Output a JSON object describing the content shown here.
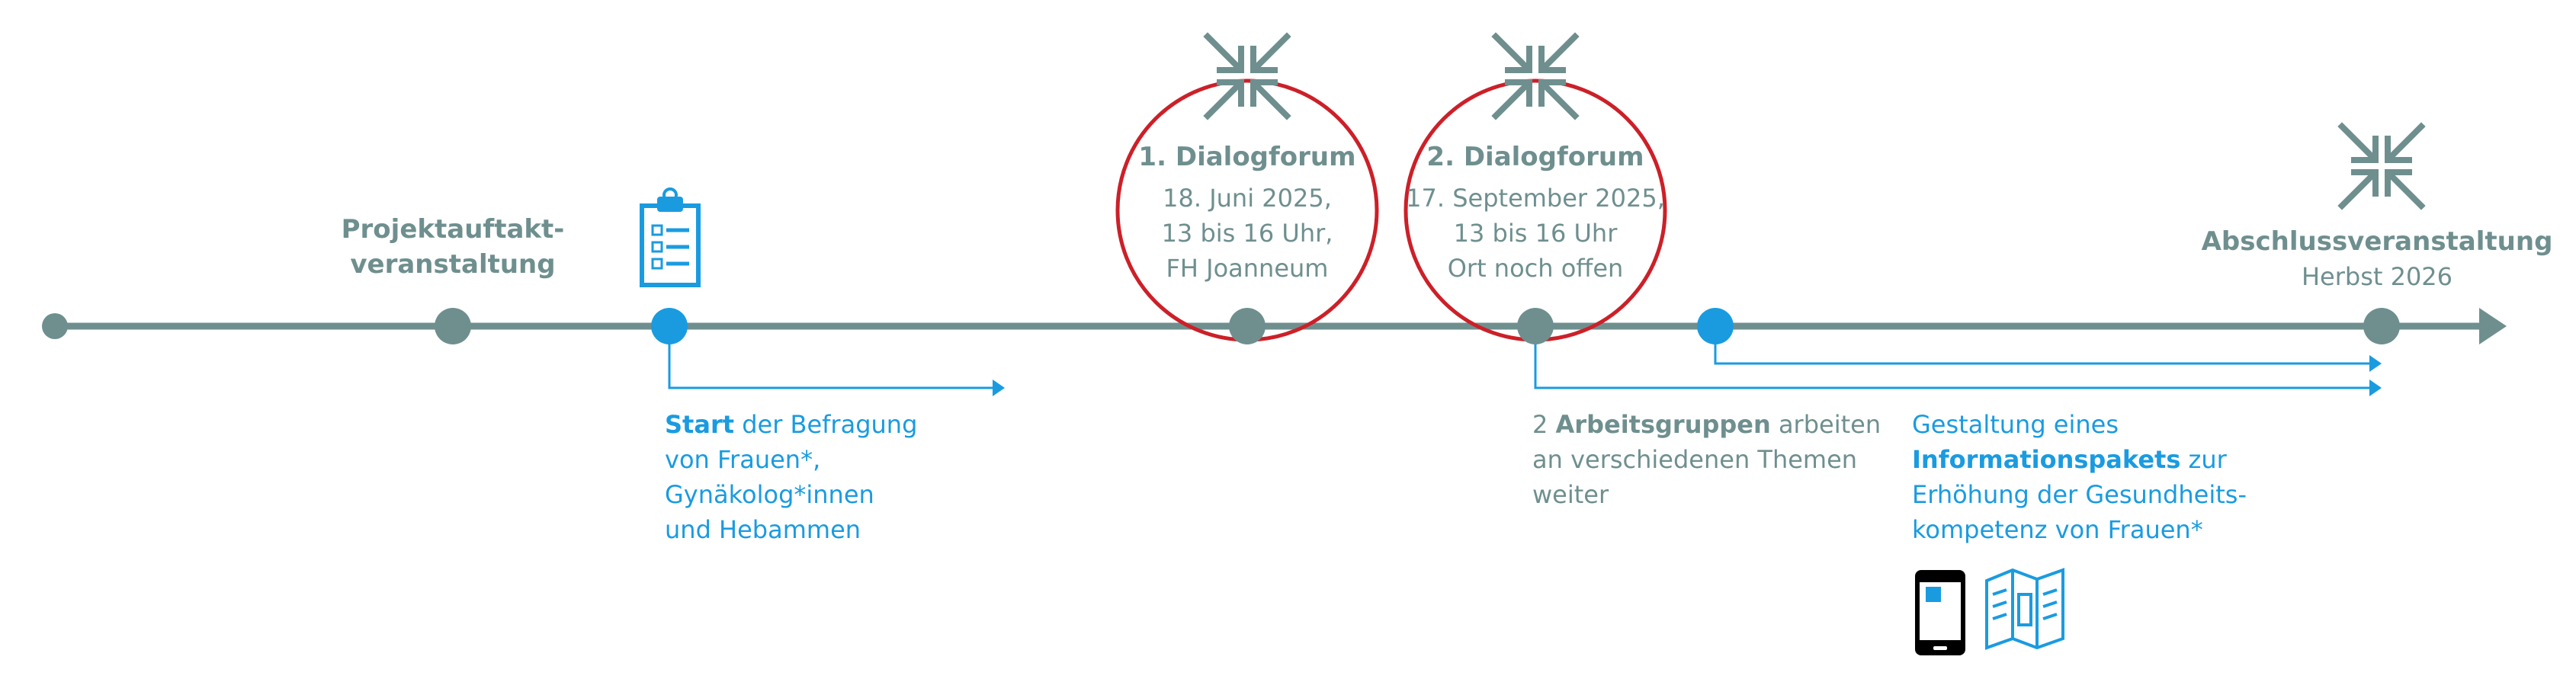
{
  "colors": {
    "axis": "#6f8f8f",
    "accent_blue": "#1a9be0",
    "circle_red": "#cc2028",
    "icon_grey": "#6f8f8f",
    "phone_black": "#000000"
  },
  "milestones": {
    "kickoff": {
      "title_line1": "Projektauftakt-",
      "title_line2": "veranstaltung"
    },
    "survey": {
      "icon": "clipboard-checklist-icon",
      "start_word": "Start",
      "line1_rest": " der Befragung",
      "line2": "von Frauen*,",
      "line3": "Gynäkolog*innen",
      "line4": "und Hebammen"
    },
    "forum1": {
      "icon": "converge-arrows-icon",
      "title": "1. Dialogforum",
      "date": "18. Juni 2025,",
      "time": "13 bis 16 Uhr,",
      "place": "FH Joanneum"
    },
    "forum2": {
      "icon": "converge-arrows-icon",
      "title": "2. Dialogforum",
      "date": "17. September 2025,",
      "time": "13 bis 16 Uhr",
      "place": "Ort noch offen"
    },
    "workgroups": {
      "prefix": "2 ",
      "bold": "Arbeitsgruppen",
      "rest1": " arbeiten",
      "line2": "an verschiedenen Themen",
      "line3": "weiter"
    },
    "infopack": {
      "line1": "Gestaltung eines",
      "bold": "Informationspakets",
      "rest2": " zur",
      "line3": "Erhöhung der Gesundheits-",
      "line4": "kompetenz von Frauen*",
      "icons": [
        "smartphone-icon",
        "folded-flyer-icon"
      ]
    },
    "final": {
      "icon": "converge-arrows-icon",
      "title": "Abschlussveranstaltung",
      "date": "Herbst 2026"
    }
  }
}
